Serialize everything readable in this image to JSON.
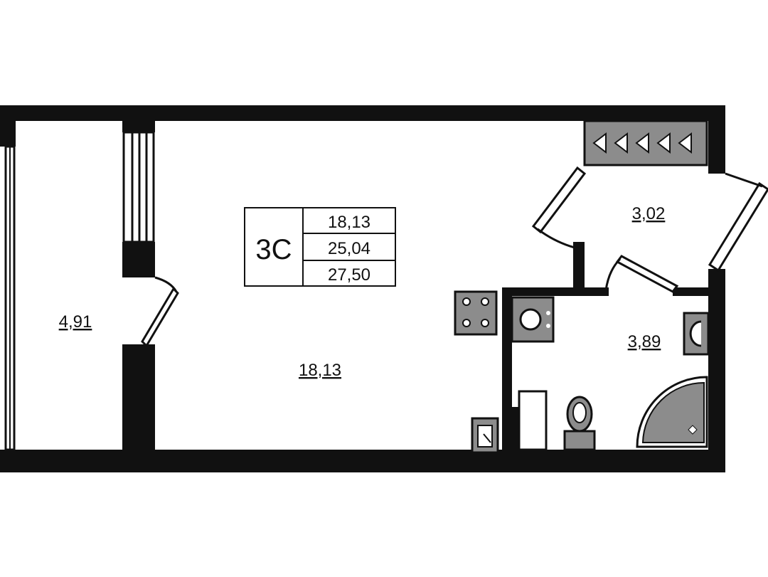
{
  "plan": {
    "unit_code": "3C",
    "areas_table": {
      "living": "18,13",
      "total_no_balcony": "25,04",
      "total": "27,50"
    },
    "rooms": [
      {
        "id": "balcony",
        "area": "4,91"
      },
      {
        "id": "living-room",
        "area": "18,13"
      },
      {
        "id": "hallway",
        "area": "3,02"
      },
      {
        "id": "bathroom",
        "area": "3,89"
      }
    ]
  },
  "colors": {
    "wall": "#111111",
    "fixture_fill": "#8c8c8c",
    "background": "#ffffff"
  }
}
